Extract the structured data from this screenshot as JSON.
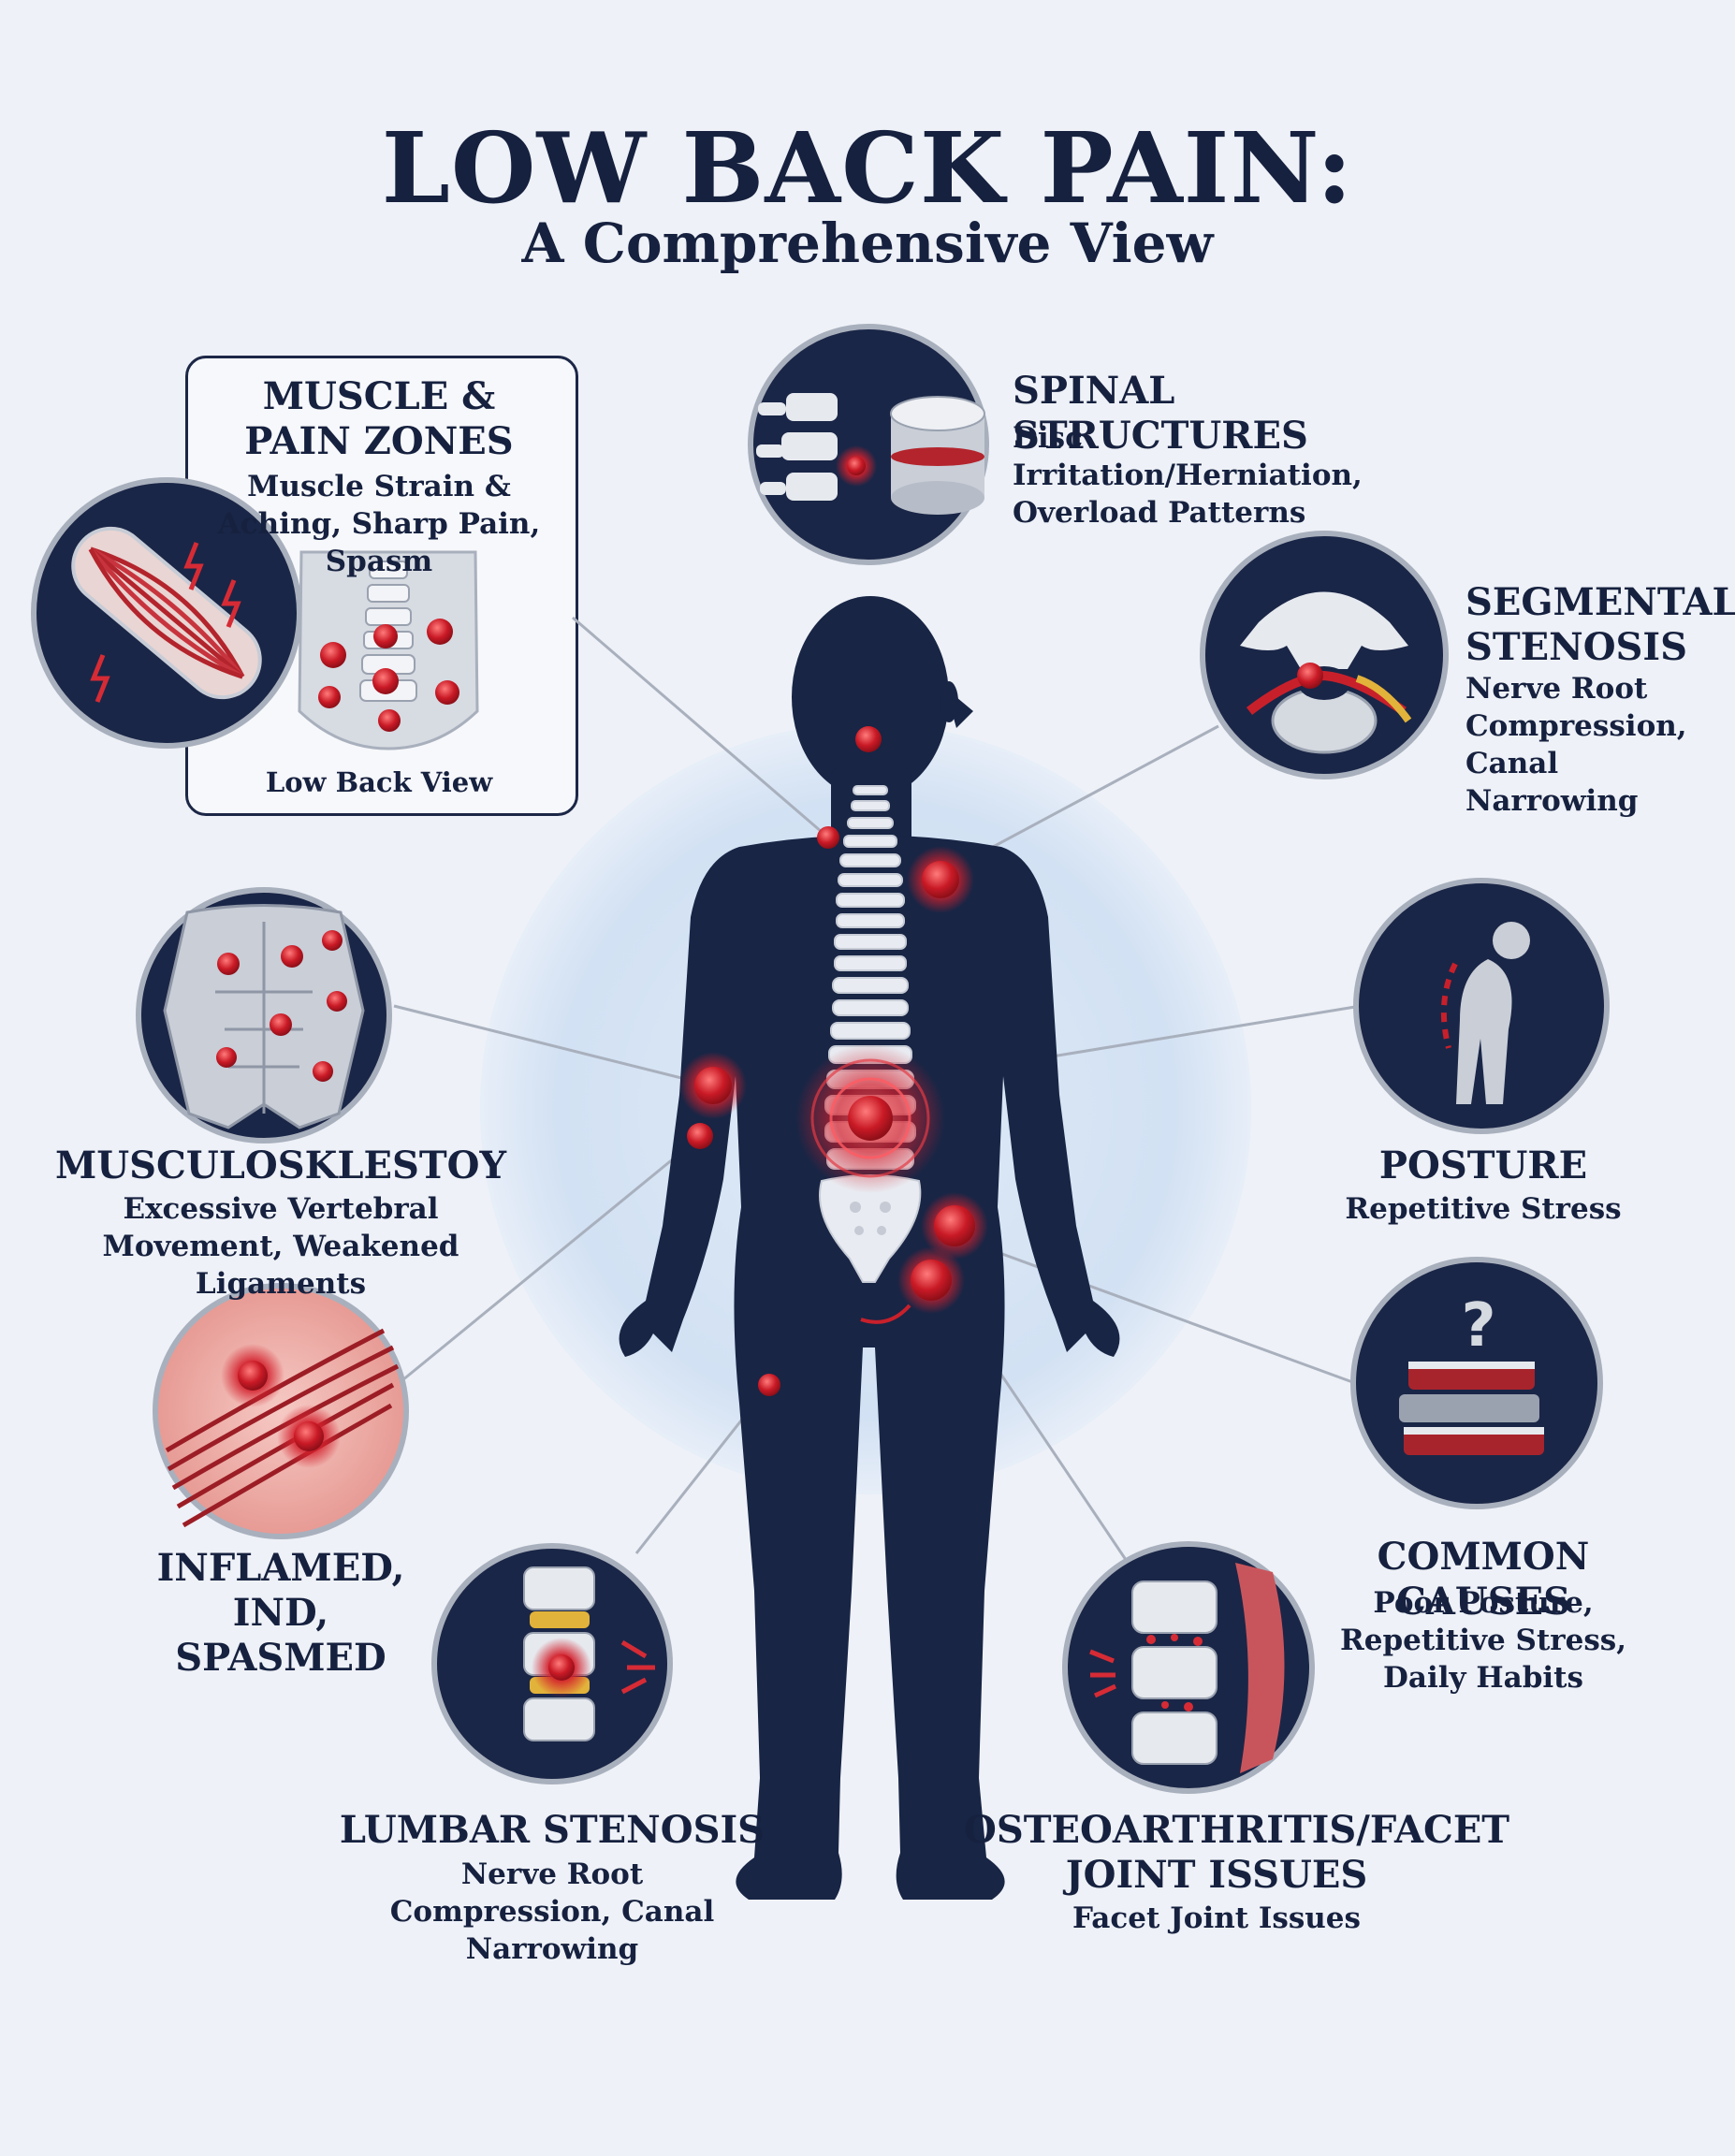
{
  "title": "LOW BACK PAIN:",
  "subtitle": "A Comprehensive View",
  "colors": {
    "navy": "#16213f",
    "accent_red": "#c8202b",
    "background": "#eef1f7",
    "halo": "#d4e3f4"
  },
  "panels": {
    "muscle_pain_zones": {
      "heading": "MUSCLE & PAIN ZONES",
      "text": "Muscle Strain & Aching, Sharp Pain, Spasm",
      "caption": "Low Back View",
      "icon": "muscle-fiber-icon"
    },
    "spinal_structures": {
      "heading": "SPINAL STRUCTURES",
      "text": "Disc Irritation/Herniation, Overload Patterns",
      "icon": "spinal-disc-icon"
    },
    "segmental_stenosis": {
      "heading": "SEGMENTAL STENOSIS",
      "text": "Nerve Root Compression, Canal Narrowing",
      "icon": "vertebra-nerve-icon"
    },
    "musculoskeletal": {
      "heading": "MUSCULOSKLESTOY",
      "text": "Excessive Vertebral Movement, Weakened Ligaments",
      "icon": "torso-muscles-icon"
    },
    "posture": {
      "heading": "POSTURE",
      "text": "Repetitive Stress",
      "icon": "slouching-figure-icon"
    },
    "inflamed": {
      "heading": "INFLAMED, IND, SPASMED",
      "icon": "inflamed-muscle-icon"
    },
    "common_causes": {
      "heading": "COMMON CAUSES",
      "text": "Poor Posture, Repetitive Stress, Daily Habits",
      "icon": "books-question-icon"
    },
    "lumbar_stenosis": {
      "heading": "LUMBAR STENOSIS",
      "text": "Nerve Root Compression, Canal Narrowing",
      "icon": "lumbar-spine-icon"
    },
    "osteoarthritis": {
      "heading": "OSTEOARTHRITIS/FACET JOINT ISSUES",
      "text": "Facet Joint Issues",
      "icon": "facet-joint-icon"
    }
  }
}
